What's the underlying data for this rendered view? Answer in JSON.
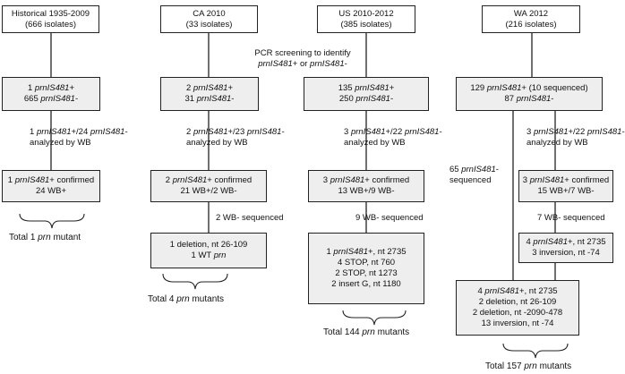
{
  "columns": [
    {
      "top_title": "Historical 1935-2009",
      "top_count": "(666 isolates)",
      "mid_lines": [
        "1 prnIS481+",
        "665 prnIS481-"
      ],
      "wb_label": [
        "1 prnIS481+/24 prnIS481-",
        "analyzed by WB"
      ],
      "confirmed_lines": [
        "1 prnIS481+ confirmed",
        "24 WB+"
      ],
      "total": "Total 1 prn mutant"
    },
    {
      "top_title": "CA 2010",
      "top_count": "(33 isolates)",
      "mid_lines": [
        "2 prnIS481+",
        "31 prnIS481-"
      ],
      "wb_label": [
        "2 prnIS481+/23 prnIS481-",
        "analyzed by WB"
      ],
      "confirmed_lines": [
        "2 prnIS481+ confirmed",
        "21 WB+/2 WB-"
      ],
      "seq_label": "2 WB- sequenced",
      "result_lines": [
        "1 deletion, nt 26-109",
        "1 WT prn"
      ],
      "total": "Total 4 prn mutants"
    },
    {
      "top_title": "US 2010-2012",
      "top_count": "(385 isolates)",
      "pcr_label": [
        "PCR screening to identify",
        "prnIS481+ or prnIS481-"
      ],
      "mid_lines": [
        "135 prnIS481+",
        "250 prnIS481-"
      ],
      "wb_label": [
        "3 prnIS481+/22 prnIS481-",
        "analyzed by WB"
      ],
      "confirmed_lines": [
        "3 prnIS481+ confirmed",
        "13 WB+/9 WB-"
      ],
      "seq_label": "9 WB- sequenced",
      "result_lines": [
        "1 prnIS481+, nt 2735",
        "4 STOP, nt 760",
        "2 STOP, nt 1273",
        "2 insert G, nt 1180"
      ],
      "total": "Total 144 prn mutants"
    },
    {
      "top_title": "WA 2012",
      "top_count": "(216 isolates)",
      "mid_lines": [
        "129 prnIS481+ (10 sequenced)",
        "87 prnIS481-"
      ],
      "wb_label": [
        "3 prnIS481+/22 prnIS481-",
        "analyzed by WB"
      ],
      "side_label": [
        "65 prnIS481-",
        "sequenced"
      ],
      "confirmed_lines": [
        "3 prnIS481+ confirmed",
        "15 WB+/7 WB-"
      ],
      "seq_label": "7 WB- sequenced",
      "result_lines": [
        "4 prnIS481+, nt 2735",
        "3 inversion, nt -74"
      ],
      "final_lines": [
        "4 prnIS481+, nt 2735",
        "2 deletion, nt 26-109",
        "2 deletion, nt -2090-478",
        "13 inversion, nt -74"
      ],
      "total": "Total 157 prn mutants"
    }
  ]
}
